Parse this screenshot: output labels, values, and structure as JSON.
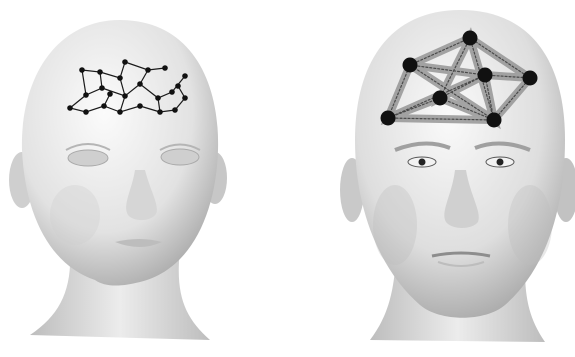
{
  "figure": {
    "panels": [
      {
        "subject": "child-head",
        "network": "sparse-loose-network",
        "node_color": "#111111"
      },
      {
        "subject": "adult-head",
        "network": "dense-interconnected-network",
        "node_color": "#111111"
      }
    ],
    "colors": {
      "skin_light": "#f4f4f4",
      "skin_mid": "#d9d9d9",
      "skin_dark": "#a8a8a8",
      "node": "#111111"
    }
  }
}
